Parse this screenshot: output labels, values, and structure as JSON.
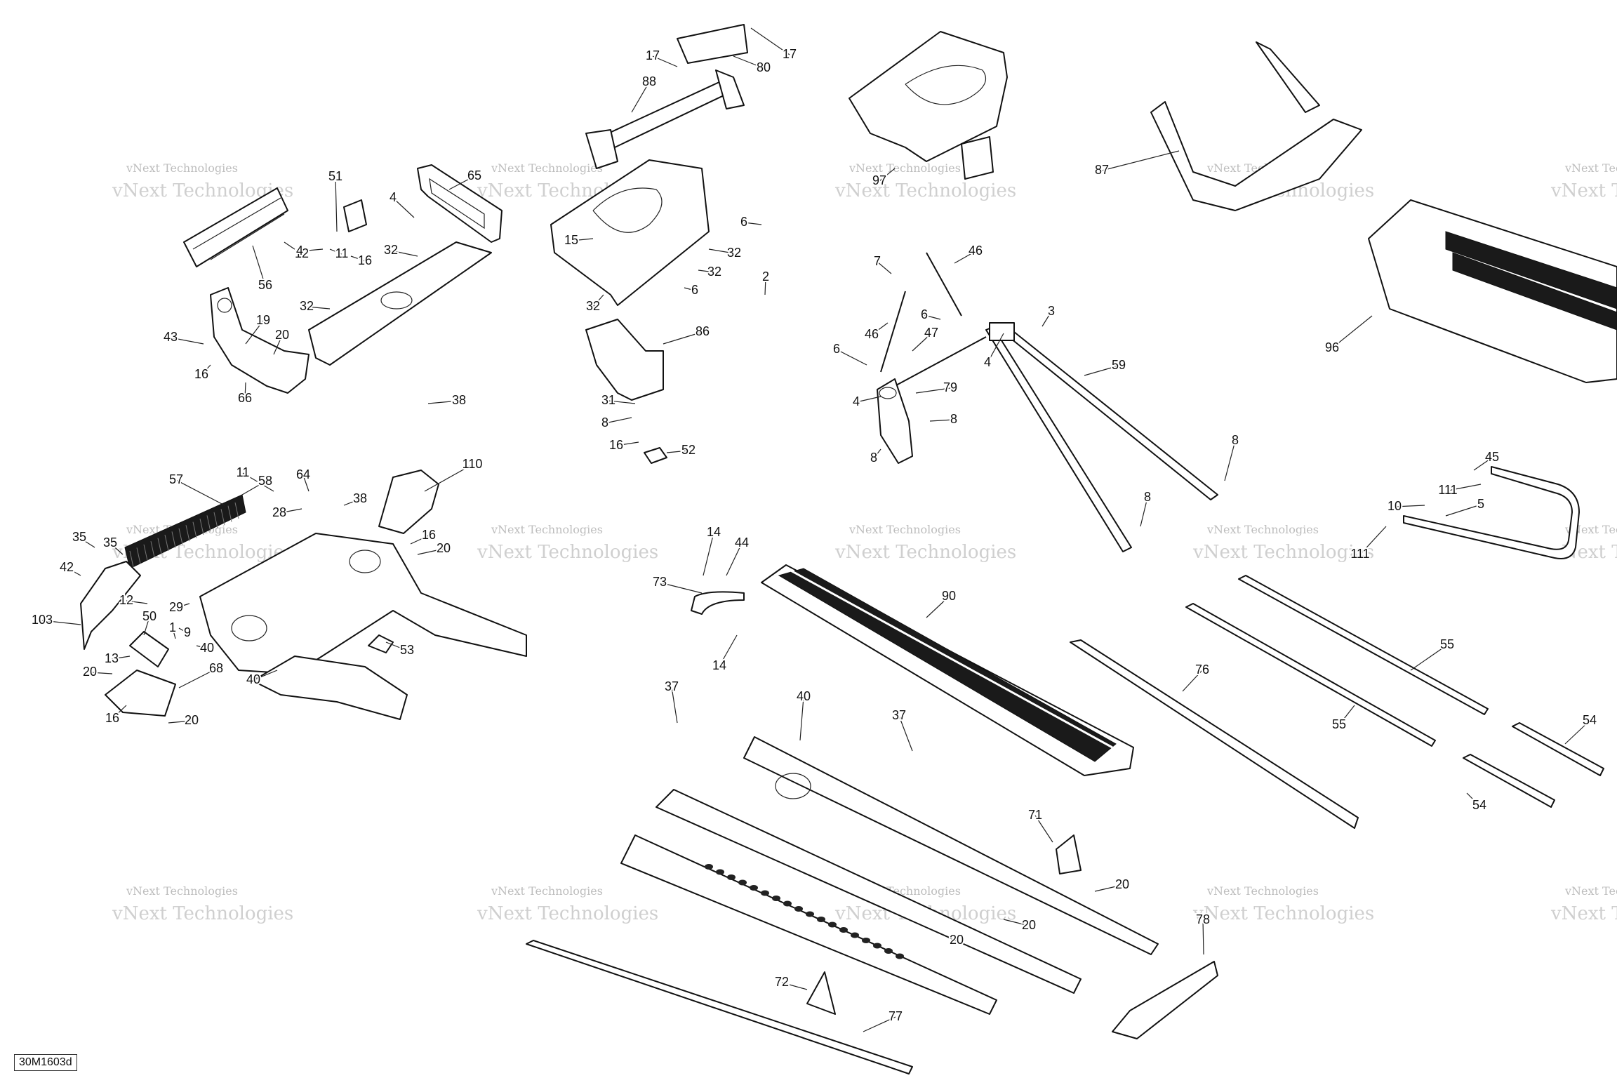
{
  "reference_code": "30M1603d",
  "watermark": {
    "line1": "vNext Technologies",
    "line2": "vNext Technologies"
  },
  "callouts": [
    "17",
    "17",
    "80",
    "88",
    "97",
    "87",
    "51",
    "4",
    "65",
    "12",
    "56",
    "32",
    "11",
    "16",
    "4",
    "32",
    "15",
    "32",
    "6",
    "32",
    "2",
    "6",
    "32",
    "43",
    "19",
    "20",
    "16",
    "66",
    "38",
    "86",
    "31",
    "8",
    "16",
    "52",
    "7",
    "46",
    "6",
    "46",
    "47",
    "3",
    "4",
    "6",
    "79",
    "4",
    "8",
    "8",
    "59",
    "8",
    "8",
    "96",
    "57",
    "11",
    "58",
    "64",
    "110",
    "28",
    "38",
    "35",
    "35",
    "42",
    "16",
    "20",
    "12",
    "29",
    "103",
    "50",
    "1",
    "9",
    "40",
    "13",
    "20",
    "68",
    "16",
    "40",
    "20",
    "53",
    "14",
    "44",
    "73",
    "90",
    "14",
    "37",
    "76",
    "55",
    "55",
    "40",
    "37",
    "54",
    "54",
    "71",
    "20",
    "20",
    "20",
    "72",
    "77",
    "78",
    "45",
    "111",
    "10",
    "5",
    "111"
  ]
}
